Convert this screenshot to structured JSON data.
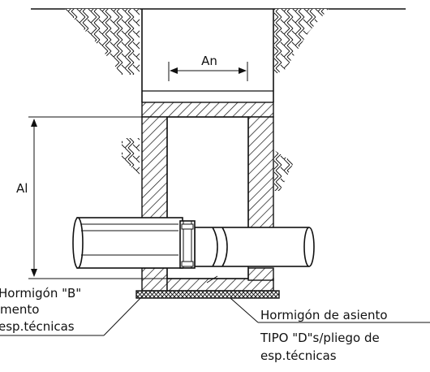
{
  "labels": {
    "width": "An",
    "height": "Al",
    "left_line1": "Hormigón \"B\"",
    "left_line2": "mento",
    "left_line3": "esp.técnicas",
    "right_line1": "Hormigón de asiento",
    "right_line2": "TIPO \"D\"s/pliego de",
    "right_line3": "esp.técnicas"
  },
  "colors": {
    "line": "#111111",
    "background": "#ffffff"
  }
}
